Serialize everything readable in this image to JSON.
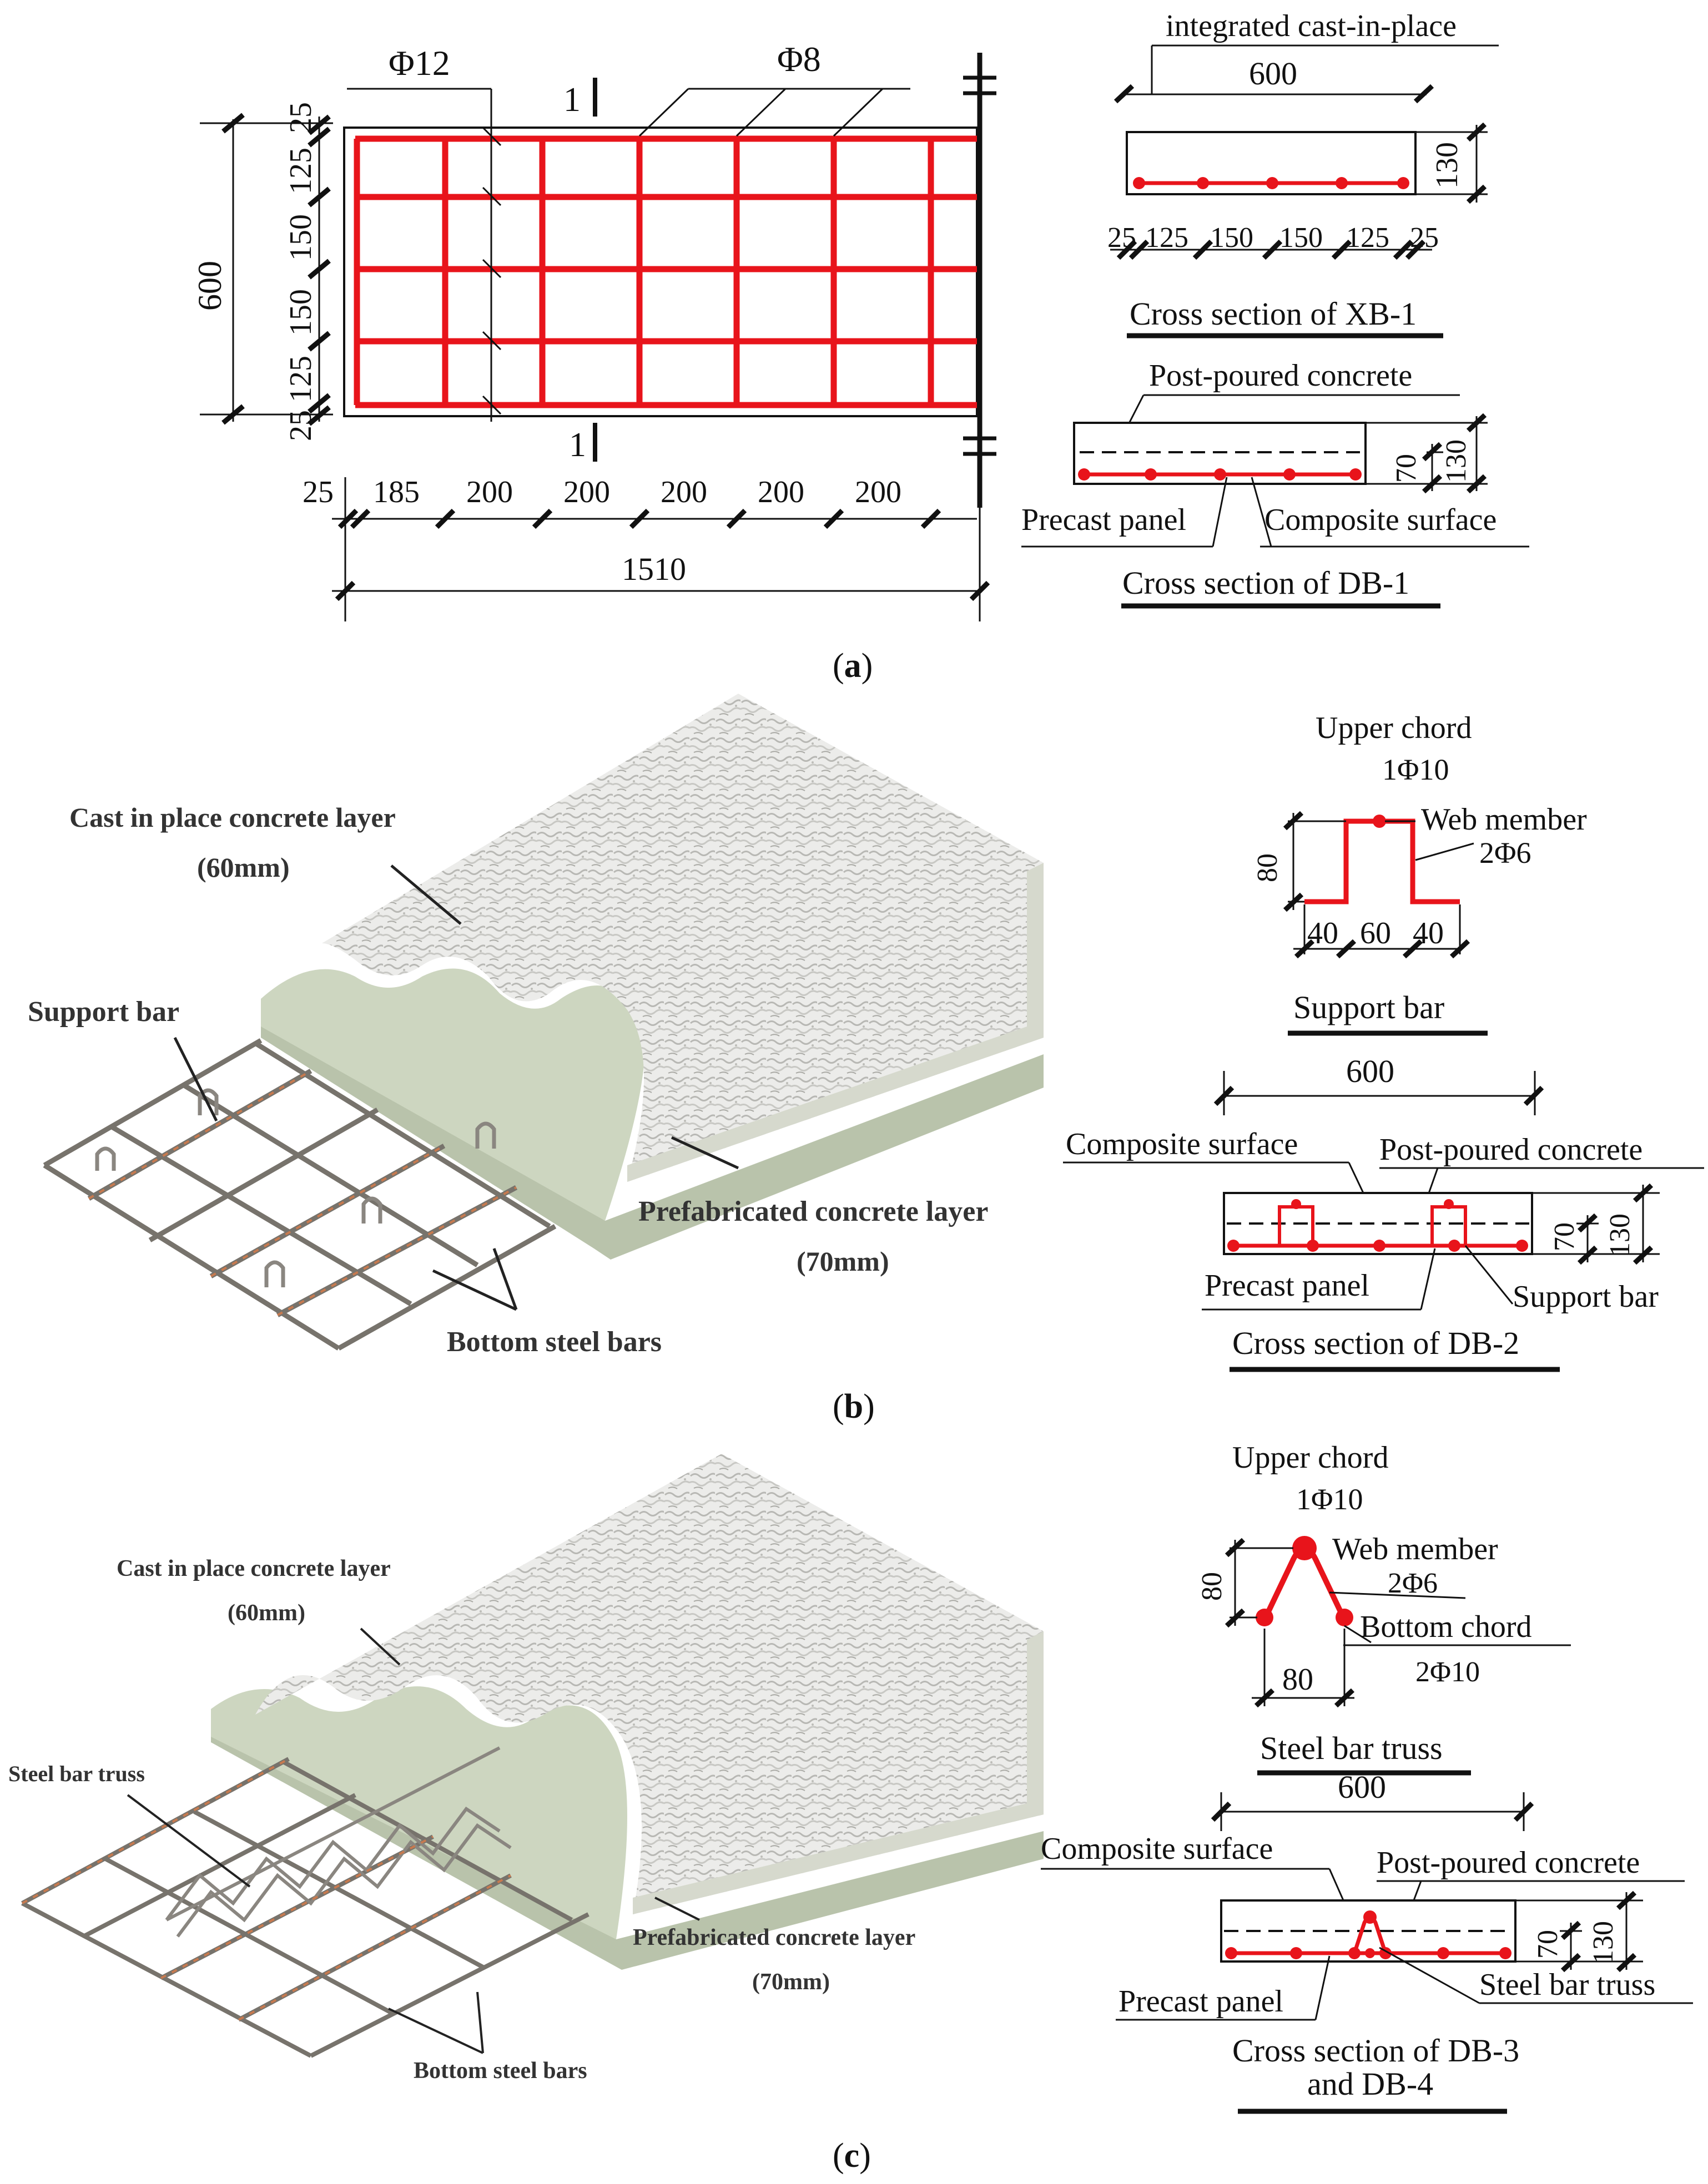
{
  "panel_a": {
    "caption": "(a)",
    "caption_letter": "a",
    "plan": {
      "bar_long": "Φ12",
      "bar_short": "Φ8",
      "section_mark": "1",
      "dim_height": "600",
      "left_dims": [
        "25",
        "125",
        "150",
        "150",
        "125",
        "25"
      ],
      "bottom_dims": [
        "25",
        "185",
        "200",
        "200",
        "200",
        "200",
        "200"
      ],
      "dim_total": "1510"
    },
    "xb1": {
      "label_top": "integrated cast-in-place",
      "dim_width": "600",
      "dim_height": "130",
      "bottom_dims": [
        "25",
        "125",
        "150",
        "150",
        "125",
        "25"
      ],
      "title": "Cross section of XB-1"
    },
    "db1": {
      "label_post": "Post-poured concrete",
      "label_precast": "Precast panel",
      "label_composite": "Composite surface",
      "dim_70": "70",
      "dim_130": "130",
      "title": "Cross section of DB-1"
    }
  },
  "panel_b": {
    "caption": "(b)",
    "caption_letter": "b",
    "render": {
      "cast_layer": "Cast in place concrete layer",
      "cast_thickness": "(60mm)",
      "support_bar": "Support bar",
      "prefab_layer": "Prefabricated concrete layer",
      "prefab_thickness": "(70mm)",
      "bottom_bars": "Bottom steel bars"
    },
    "support_detail": {
      "upper_chord": "Upper chord",
      "upper_bar": "1Φ10",
      "web_member": "Web member",
      "web_bar": "2Φ6",
      "dim_80": "80",
      "dims": [
        "40",
        "60",
        "40"
      ],
      "title": "Support bar"
    },
    "db2": {
      "dim_width": "600",
      "label_composite": "Composite surface",
      "label_post": "Post-poured concrete",
      "label_precast": "Precast panel",
      "label_support": "Support bar",
      "dim_70": "70",
      "dim_130": "130",
      "title": "Cross section of DB-2"
    }
  },
  "panel_c": {
    "caption": "(c)",
    "caption_letter": "c",
    "render": {
      "cast_layer": "Cast in place concrete layer",
      "cast_thickness": "(60mm)",
      "truss": "Steel bar truss",
      "prefab_layer": "Prefabricated concrete layer",
      "prefab_thickness": "(70mm)",
      "bottom_bars": "Bottom steel bars"
    },
    "truss_detail": {
      "upper_chord": "Upper chord",
      "upper_bar": "1Φ10",
      "web_member": "Web member",
      "web_bar": "2Φ6",
      "bottom_chord": "Bottom chord",
      "bottom_bar": "2Φ10",
      "dim_80_h": "80",
      "dim_80_w": "80",
      "title": "Steel bar truss"
    },
    "db34": {
      "dim_width": "600",
      "label_composite": "Composite surface",
      "label_post": "Post-poured concrete",
      "label_precast": "Precast panel",
      "label_truss": "Steel bar truss",
      "dim_70": "70",
      "dim_130": "130",
      "title_line1": "Cross section of DB-3",
      "title_line2": "and DB-4"
    }
  },
  "colors": {
    "rebar": "#e8141b",
    "line": "#111111",
    "concrete_top": "#e9e9e4",
    "concrete_side": "#c3cdb5",
    "steel": "#77736c",
    "rust": "#c77a4f"
  }
}
